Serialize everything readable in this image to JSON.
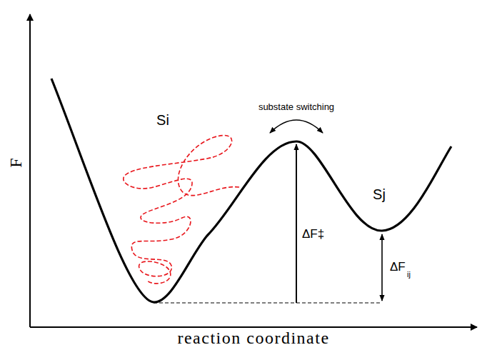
{
  "diagram": {
    "labels": [
      "F",
      "Si",
      "substate switching",
      "Sj",
      "ΔF‡",
      "ΔF",
      "ij",
      "reaction coordinate"
    ]
  }
}
